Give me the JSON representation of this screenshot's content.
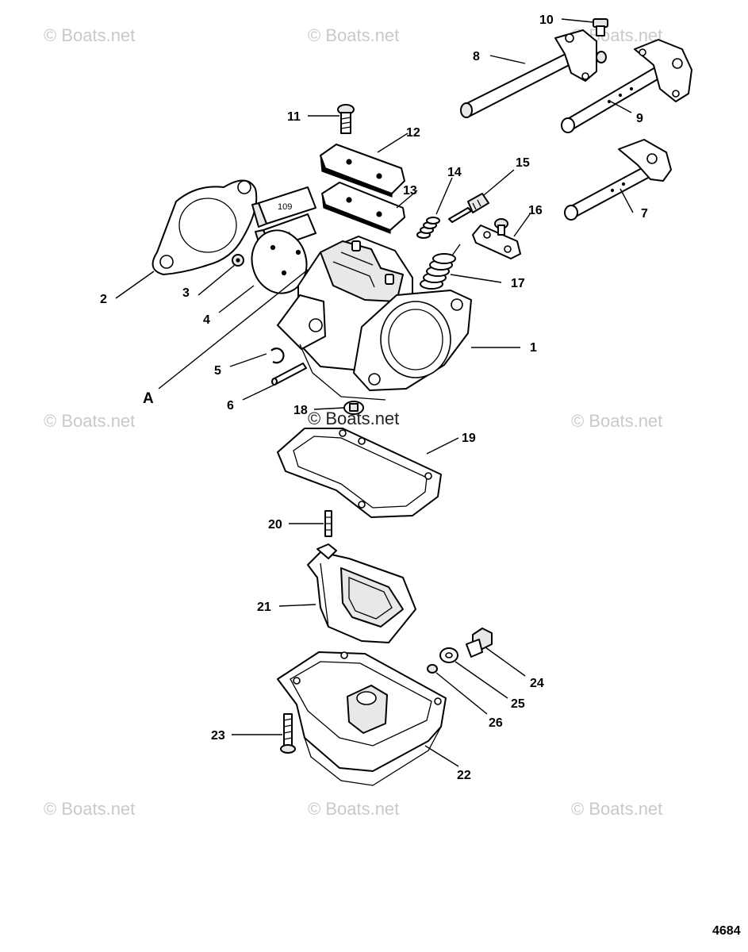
{
  "diagram": {
    "figure_number": "4684",
    "watermark_text": "© Boats.net",
    "detail_label": "A",
    "callouts": [
      "1",
      "2",
      "3",
      "4",
      "5",
      "6",
      "7",
      "8",
      "9",
      "10",
      "11",
      "12",
      "13",
      "14",
      "15",
      "16",
      "17",
      "18",
      "19",
      "20",
      "21",
      "22",
      "23",
      "24",
      "25",
      "26"
    ],
    "tube_labels": [
      "109",
      "7"
    ]
  }
}
